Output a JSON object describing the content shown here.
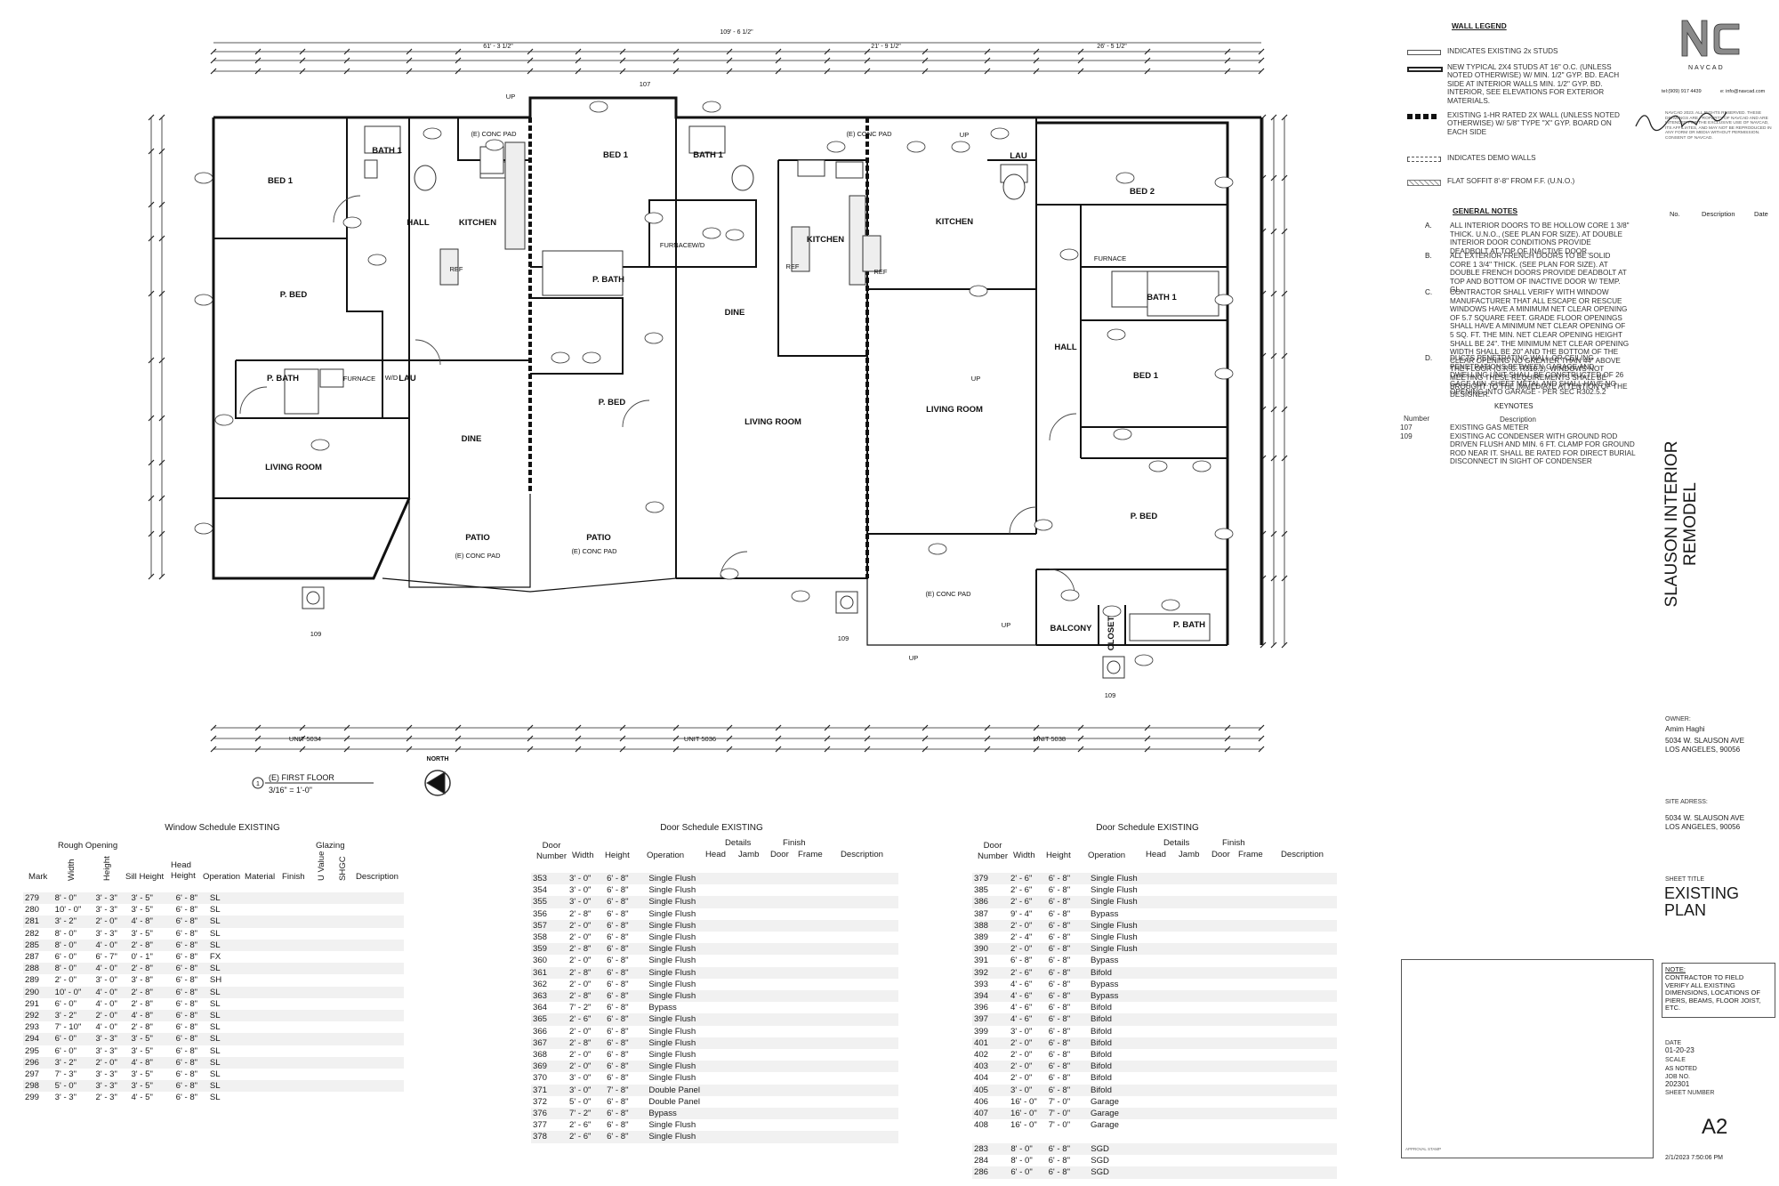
{
  "drawing": {
    "overall_dim": "109' - 6 1/2\"",
    "dim_unit_5034": "61' - 3 1/2\"",
    "dim_unit_5036": "21' - 9 1/2\"",
    "dim_unit_5038": "26' - 5 1/2\"",
    "rooms": [
      "BED 1",
      "BATH 1",
      "HALL",
      "KITCHEN",
      "P. BED",
      "P. BATH",
      "LAU",
      "DINE",
      "LIVING ROOM",
      "PATIO",
      "PATIO",
      "BED 1",
      "BATH 1",
      "P. BATH",
      "DINE",
      "P. BED",
      "LIVING ROOM",
      "KITCHEN",
      "KITCHEN",
      "LIVING ROOM",
      "LAU",
      "BED 2",
      "BATH 1",
      "HALL",
      "BED 1",
      "P. BED",
      "BALCONY",
      "P. BATH",
      "CLOSET"
    ],
    "labels": [
      "(E) CONC PAD",
      "(E) CONC PAD",
      "(E) CONC PAD",
      "(E) CONC PAD",
      "(E) CONC PAD",
      "REF",
      "REF",
      "REF",
      "W/D",
      "FURNACE",
      "FURNACE",
      "FURNACE",
      "W/D",
      "UP",
      "UP",
      "UP",
      "UP",
      "UP"
    ],
    "units": [
      "UNIT 5034",
      "UNIT 5036",
      "UNIT 5038"
    ],
    "keynote_tags": [
      "107",
      "109",
      "109",
      "109"
    ],
    "view_title": "(E) FIRST FLOOR",
    "view_scale": "3/16\" = 1'-0\"",
    "view_number": "1",
    "north_label": "NORTH"
  },
  "window_schedule": {
    "title": "Window Schedule EXISTING",
    "group_rough": "Rough Opening",
    "group_glazing": "Glazing",
    "headers": {
      "mark": "Mark",
      "width": "Width",
      "height": "Height",
      "sill": "Sill Height",
      "head": "Head Height",
      "operation": "Operation",
      "material": "Material",
      "finish": "Finish",
      "uvalue": "U Value",
      "shgc": "SHGC",
      "description": "Description"
    },
    "rows": [
      [
        "279",
        "8' - 0\"",
        "3' - 3\"",
        "3' - 5\"",
        "6' - 8\"",
        "SL"
      ],
      [
        "280",
        "10' - 0\"",
        "3' - 3\"",
        "3' - 5\"",
        "6' - 8\"",
        "SL"
      ],
      [
        "281",
        "3' - 2\"",
        "2' - 0\"",
        "4' - 8\"",
        "6' - 8\"",
        "SL"
      ],
      [
        "282",
        "8' - 0\"",
        "3' - 3\"",
        "3' - 5\"",
        "6' - 8\"",
        "SL"
      ],
      [
        "285",
        "8' - 0\"",
        "4' - 0\"",
        "2' - 8\"",
        "6' - 8\"",
        "SL"
      ],
      [
        "287",
        "6' - 0\"",
        "6' - 7\"",
        "0' - 1\"",
        "6' - 8\"",
        "FX"
      ],
      [
        "288",
        "8' - 0\"",
        "4' - 0\"",
        "2' - 8\"",
        "6' - 8\"",
        "SL"
      ],
      [
        "289",
        "2' - 0\"",
        "3' - 0\"",
        "3' - 8\"",
        "6' - 8\"",
        "SH"
      ],
      [
        "290",
        "10' - 0\"",
        "4' - 0\"",
        "2' - 8\"",
        "6' - 8\"",
        "SL"
      ],
      [
        "291",
        "6' - 0\"",
        "4' - 0\"",
        "2' - 8\"",
        "6' - 8\"",
        "SL"
      ],
      [
        "292",
        "3' - 2\"",
        "2' - 0\"",
        "4' - 8\"",
        "6' - 8\"",
        "SL"
      ],
      [
        "293",
        "7' - 10\"",
        "4' - 0\"",
        "2' - 8\"",
        "6' - 8\"",
        "SL"
      ],
      [
        "294",
        "6' - 0\"",
        "3' - 3\"",
        "3' - 5\"",
        "6' - 8\"",
        "SL"
      ],
      [
        "295",
        "6' - 0\"",
        "3' - 3\"",
        "3' - 5\"",
        "6' - 8\"",
        "SL"
      ],
      [
        "296",
        "3' - 2\"",
        "2' - 0\"",
        "4' - 8\"",
        "6' - 8\"",
        "SL"
      ],
      [
        "297",
        "7' - 3\"",
        "3' - 3\"",
        "3' - 5\"",
        "6' - 8\"",
        "SL"
      ],
      [
        "298",
        "5' - 0\"",
        "3' - 3\"",
        "3' - 5\"",
        "6' - 8\"",
        "SL"
      ],
      [
        "299",
        "3' - 3\"",
        "2' - 3\"",
        "4' - 5\"",
        "6' - 8\"",
        "SL"
      ]
    ]
  },
  "door_schedule_1": {
    "title": "Door Schedule EXISTING",
    "headers": {
      "number": "Door Number",
      "width": "Width",
      "height": "Height",
      "operation": "Operation",
      "details": "Details",
      "head": "Head",
      "jamb": "Jamb",
      "finish": "Finish",
      "door": "Door",
      "frame": "Frame",
      "description": "Description"
    },
    "rows": [
      [
        "353",
        "3' - 0\"",
        "6' - 8\"",
        "Single Flush"
      ],
      [
        "354",
        "3' - 0\"",
        "6' - 8\"",
        "Single Flush"
      ],
      [
        "355",
        "3' - 0\"",
        "6' - 8\"",
        "Single Flush"
      ],
      [
        "356",
        "2' - 8\"",
        "6' - 8\"",
        "Single Flush"
      ],
      [
        "357",
        "2' - 0\"",
        "6' - 8\"",
        "Single Flush"
      ],
      [
        "358",
        "2' - 0\"",
        "6' - 8\"",
        "Single Flush"
      ],
      [
        "359",
        "2' - 8\"",
        "6' - 8\"",
        "Single Flush"
      ],
      [
        "360",
        "2' - 0\"",
        "6' - 8\"",
        "Single Flush"
      ],
      [
        "361",
        "2' - 8\"",
        "6' - 8\"",
        "Single Flush"
      ],
      [
        "362",
        "2' - 0\"",
        "6' - 8\"",
        "Single Flush"
      ],
      [
        "363",
        "2' - 8\"",
        "6' - 8\"",
        "Single Flush"
      ],
      [
        "364",
        "7' - 2\"",
        "6' - 8\"",
        "Bypass"
      ],
      [
        "365",
        "2' - 6\"",
        "6' - 8\"",
        "Single Flush"
      ],
      [
        "366",
        "2' - 0\"",
        "6' - 8\"",
        "Single Flush"
      ],
      [
        "367",
        "2' - 8\"",
        "6' - 8\"",
        "Single Flush"
      ],
      [
        "368",
        "2' - 0\"",
        "6' - 8\"",
        "Single Flush"
      ],
      [
        "369",
        "2' - 0\"",
        "6' - 8\"",
        "Single Flush"
      ],
      [
        "370",
        "3' - 0\"",
        "6' - 8\"",
        "Single Flush"
      ],
      [
        "371",
        "3' - 0\"",
        "7' - 8\"",
        "Double Panel"
      ],
      [
        "372",
        "5' - 0\"",
        "6' - 8\"",
        "Double Panel"
      ],
      [
        "376",
        "7' - 2\"",
        "6' - 8\"",
        "Bypass"
      ],
      [
        "377",
        "2' - 6\"",
        "6' - 8\"",
        "Single Flush"
      ],
      [
        "378",
        "2' - 6\"",
        "6' - 8\"",
        "Single Flush"
      ]
    ]
  },
  "door_schedule_2": {
    "title": "Door Schedule EXISTING",
    "rows": [
      [
        "379",
        "2' - 6\"",
        "6' - 8\"",
        "Single Flush"
      ],
      [
        "385",
        "2' - 6\"",
        "6' - 8\"",
        "Single Flush"
      ],
      [
        "386",
        "2' - 6\"",
        "6' - 8\"",
        "Single Flush"
      ],
      [
        "387",
        "9' - 4\"",
        "6' - 8\"",
        "Bypass"
      ],
      [
        "388",
        "2' - 0\"",
        "6' - 8\"",
        "Single Flush"
      ],
      [
        "389",
        "2' - 4\"",
        "6' - 8\"",
        "Single Flush"
      ],
      [
        "390",
        "2' - 0\"",
        "6' - 8\"",
        "Single Flush"
      ],
      [
        "391",
        "6' - 8\"",
        "6' - 8\"",
        "Bypass"
      ],
      [
        "392",
        "2' - 6\"",
        "6' - 8\"",
        "Bifold"
      ],
      [
        "393",
        "4' - 6\"",
        "6' - 8\"",
        "Bypass"
      ],
      [
        "394",
        "4' - 6\"",
        "6' - 8\"",
        "Bypass"
      ],
      [
        "396",
        "4' - 6\"",
        "6' - 8\"",
        "Bifold"
      ],
      [
        "397",
        "4' - 6\"",
        "6' - 8\"",
        "Bifold"
      ],
      [
        "399",
        "3' - 0\"",
        "6' - 8\"",
        "Bifold"
      ],
      [
        "401",
        "2' - 0\"",
        "6' - 8\"",
        "Bifold"
      ],
      [
        "402",
        "2' - 0\"",
        "6' - 8\"",
        "Bifold"
      ],
      [
        "403",
        "2' - 0\"",
        "6' - 8\"",
        "Bifold"
      ],
      [
        "404",
        "2' - 0\"",
        "6' - 8\"",
        "Bifold"
      ],
      [
        "405",
        "3' - 0\"",
        "6' - 8\"",
        "Bifold"
      ],
      [
        "406",
        "16' - 0\"",
        "7' - 0\"",
        "Garage"
      ],
      [
        "407",
        "16' - 0\"",
        "7' - 0\"",
        "Garage"
      ],
      [
        "408",
        "16' - 0\"",
        "7' - 0\"",
        "Garage"
      ]
    ],
    "rows_b": [
      [
        "283",
        "8' - 0\"",
        "6' - 8\"",
        "SGD"
      ],
      [
        "284",
        "8' - 0\"",
        "6' - 8\"",
        "SGD"
      ],
      [
        "286",
        "6' - 0\"",
        "6' - 8\"",
        "SGD"
      ]
    ]
  },
  "wall_legend": {
    "title": "WALL LEGEND",
    "items": [
      "INDICATES EXISTING 2x STUDS",
      "NEW TYPICAL 2X4 STUDS AT 16\" O.C. (UNLESS NOTED OTHERWISE) W/ MIN. 1/2\" GYP. BD. EACH SIDE AT INTERIOR WALLS MIN. 1/2\" GYP. BD. INTERIOR, SEE ELEVATIONS FOR EXTERIOR MATERIALS.",
      "EXISTING 1-HR RATED 2X WALL (UNLESS NOTED OTHERWISE) W/ 5/8\" TYPE \"X\" GYP. BOARD ON EACH SIDE",
      "INDICATES DEMO WALLS",
      "FLAT SOFFIT 8'-8\" FROM F.F. (U.N.O.)"
    ]
  },
  "general_notes": {
    "title": "GENERAL NOTES",
    "items": [
      {
        "letter": "A.",
        "text": "ALL INTERIOR DOORS TO BE HOLLOW CORE 1 3/8\" THICK. U.N.O., (SEE PLAN FOR SIZE). AT DOUBLE INTERIOR DOOR CONDITIONS PROVIDE DEADBOLT AT TOP OF INACTIVE DOOR."
      },
      {
        "letter": "B.",
        "text": "ALL EXTERIOR FRENCH DOORS TO BE SOLID CORE 1 3/4\" THICK. (SEE PLAN FOR SIZE). AT DOUBLE FRENCH DOORS PROVIDE DEADBOLT AT TOP AND BOTTOM OF INACTIVE DOOR W/ TEMP. GL."
      },
      {
        "letter": "C.",
        "text": "CONTRACTOR SHALL VERIFY WITH WINDOW MANUFACTURER THAT ALL ESCAPE OR RESCUE WINDOWS HAVE A MINIMUM NET CLEAR OPENING OF 5.7 SQUARE FEET. GRADE FLOOR OPENINGS SHALL HAVE A MINIMUM NET CLEAR OPENING OF 5 SQ. FT. THE MIN. NET CLEAR OPENING HEIGHT SHALL BE 24\". THE MINIMUM NET CLEAR OPENING WIDTH SHALL BE 20\" AND THE BOTTOM OF THE CLEAR OPENING NO GREATER THAN 44\" ABOVE THE FLOOR (C.R.C. R310.1). WINDOWS NOT MEETING THESE REQUIREMENTS SHALL BE BROUGHT TO THE IMMEDIATE ATTENTION OF THE DESIGNER."
      },
      {
        "letter": "D.",
        "text": "DUCTS PENETRATING WALL OR CEILING PENETRATIONS BETWEEN GARAGE AND DWELLING UNIT SHALL BE CONSTRUCTED OF 26 GAGE MIN. SHEET METAL AND SHALL HAVE NO OPENING INTO GARAGE - PER SEC R302.5.2"
      }
    ]
  },
  "keynotes": {
    "title": "KEYNOTES",
    "col_number": "Number",
    "col_description": "Description",
    "items": [
      {
        "number": "107",
        "text": "EXISTING GAS METER"
      },
      {
        "number": "109",
        "text": "EXISTING AC CONDENSER WITH GROUND ROD DRIVEN FLUSH AND MIN. 6 FT. CLAMP FOR GROUND ROD NEAR IT. SHALL BE RATED FOR DIRECT BURIAL DISCONNECT IN SIGHT OF CONDENSER"
      }
    ]
  },
  "title_block": {
    "logo_text": "NAVCAD",
    "tel": "tel:(909) 917 4439",
    "email": "e: info@navcad.com",
    "copyright": "NAVCAD 2023. ALL RIGHTS RESERVED. THESE DRAWINGS ARE PROPERTY OF NAVCAD AND ARE INTENDED FOR THE EXCLUSIVE USE OF NAVCAD, ITS AFFILIATES, AND MAY NOT BE REPRODUCED IN ANY FORM OR MEDIA WITHOUT PERMISSION. CONSENT OF NAVCAD.",
    "rev_no": "No.",
    "rev_desc": "Description",
    "rev_date": "Date",
    "project_title": "SLAUSON INTERIOR REMODEL",
    "owner_label": "OWNER:",
    "owner_name": "Amim Haghi",
    "owner_addr1": "5034 W. SLAUSON AVE",
    "owner_addr2": "LOS ANGELES, 90056",
    "site_label": "SITE ADRESS:",
    "site_addr1": "5034 W. SLAUSON AVE",
    "site_addr2": "LOS ANGELES, 90056",
    "sheet_title_label": "SHEET TITLE",
    "sheet_title_1": "EXISTING",
    "sheet_title_2": "PLAN",
    "note_label": "NOTE:",
    "note_text": "CONTRACTOR TO FIELD VERIFY ALL EXISTING DIMENSIONS, LOCATIONS OF PIERS, BEAMS, FLOOR JOIST, ETC.",
    "date_label": "DATE",
    "date_value": "01-20-23",
    "scale_label": "SCALE",
    "scale_value": "AS NOTED",
    "job_label": "JOB NO.",
    "job_value": "202301",
    "sheet_number_label": "SHEET NUMBER",
    "sheet_number": "A2",
    "approval_stamp": "APPROVAL STAMP",
    "timestamp": "2/1/2023 7:50:06 PM"
  }
}
